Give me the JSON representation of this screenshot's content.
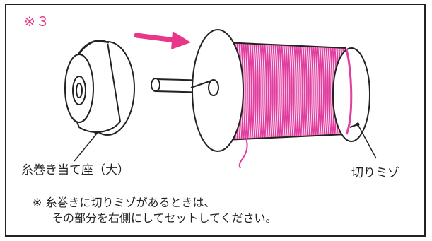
{
  "figure": {
    "reference_mark": "※３",
    "cap_label": "糸巻き当て座（大）",
    "notch_label": "切りミゾ",
    "note_line1": "※ 糸巻きに切りミゾがあるときは、",
    "note_line2": "その部分を右側にしてセットしてください。"
  },
  "colors": {
    "accent": "#e8378a",
    "thread": "#e13ea0",
    "outline": "#222222",
    "background": "#ffffff"
  }
}
